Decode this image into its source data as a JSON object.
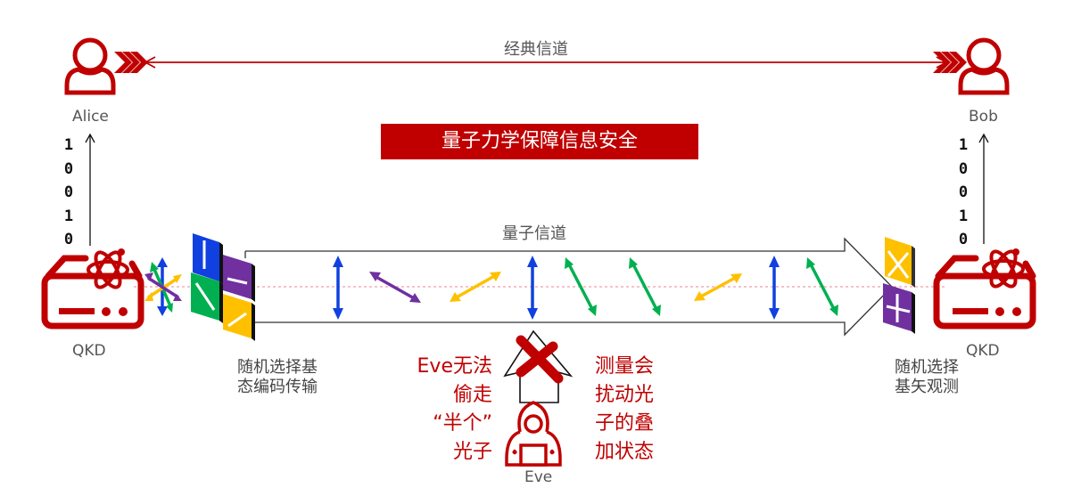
{
  "classical_channel": {
    "label": "经典信道"
  },
  "quantum_channel": {
    "label": "量子信道"
  },
  "banner": {
    "text": "量子力学保障信息安全",
    "color": "#c00000"
  },
  "alice": {
    "name": "Alice",
    "bits": [
      "1",
      "0",
      "0",
      "1",
      "0"
    ],
    "device_label": "QKD"
  },
  "bob": {
    "name": "Bob",
    "bits": [
      "1",
      "0",
      "0",
      "1",
      "0"
    ],
    "device_label": "QKD"
  },
  "sender_note": {
    "lines": [
      "随机选择基",
      "态编码传输"
    ]
  },
  "receiver_note": {
    "lines": [
      "随机选择",
      "基矢观测"
    ]
  },
  "eve": {
    "name": "Eve",
    "left_note": [
      "Eve无法",
      "偷走",
      "“半个”",
      "光子"
    ],
    "right_note": [
      "测量会",
      "扰动光",
      "子的叠",
      "加状态"
    ]
  },
  "colors": {
    "accent_red": "#c00000",
    "blue": "#1040e0",
    "purple": "#7030a0",
    "yellow": "#ffc000",
    "green": "#00b050"
  },
  "photons": [
    {
      "type": "vertical",
      "color": "blue"
    },
    {
      "type": "diag-down",
      "color": "purple"
    },
    {
      "type": "diag-up",
      "color": "yellow"
    },
    {
      "type": "vertical",
      "color": "blue"
    },
    {
      "type": "steep-down",
      "color": "green"
    },
    {
      "type": "steep-down",
      "color": "green"
    },
    {
      "type": "diag-up",
      "color": "yellow"
    },
    {
      "type": "vertical",
      "color": "blue"
    },
    {
      "type": "steep-down",
      "color": "green"
    }
  ]
}
